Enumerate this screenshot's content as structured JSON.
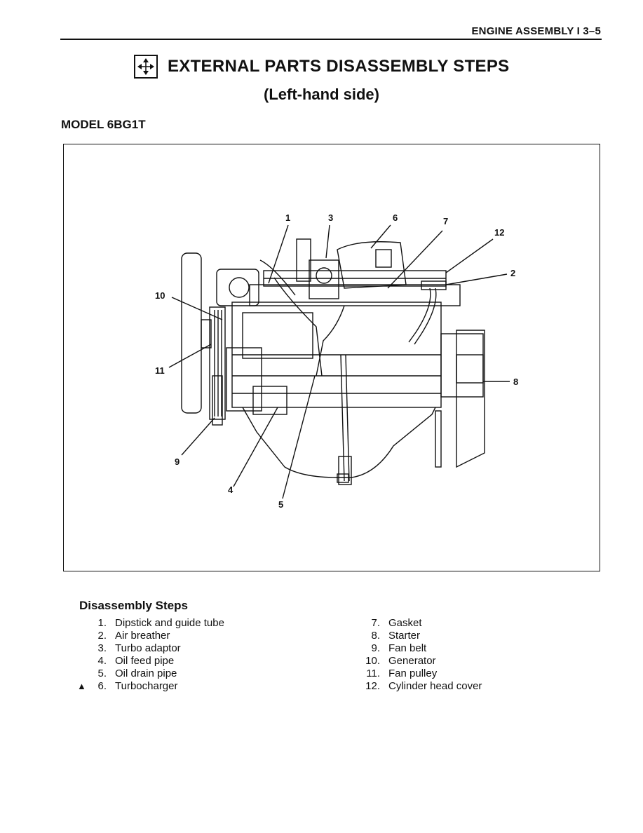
{
  "header": {
    "section": "ENGINE ASSEMBLY I 3–5"
  },
  "title": {
    "icon": "disassembly-arrows-icon",
    "main": "EXTERNAL PARTS DISASSEMBLY STEPS",
    "subtitle": "(Left-hand side)"
  },
  "model": "MODEL 6BG1T",
  "figure": {
    "callouts": [
      "1",
      "3",
      "6",
      "7",
      "12",
      "2",
      "10",
      "11",
      "8",
      "9",
      "4",
      "5"
    ]
  },
  "steps": {
    "heading": "Disassembly Steps",
    "items": [
      {
        "mark": "",
        "num": "1.",
        "label": "Dipstick and guide tube"
      },
      {
        "mark": "",
        "num": "2.",
        "label": "Air breather"
      },
      {
        "mark": "",
        "num": "3.",
        "label": "Turbo adaptor"
      },
      {
        "mark": "",
        "num": "4.",
        "label": "Oil feed pipe"
      },
      {
        "mark": "",
        "num": "5.",
        "label": "Oil drain pipe"
      },
      {
        "mark": "▲",
        "num": "6.",
        "label": "Turbocharger"
      },
      {
        "mark": "",
        "num": "7.",
        "label": "Gasket"
      },
      {
        "mark": "",
        "num": "8.",
        "label": "Starter"
      },
      {
        "mark": "",
        "num": "9.",
        "label": "Fan belt"
      },
      {
        "mark": "",
        "num": "10.",
        "label": "Generator"
      },
      {
        "mark": "",
        "num": "11.",
        "label": "Fan pulley"
      },
      {
        "mark": "",
        "num": "12.",
        "label": "Cylinder head cover"
      }
    ]
  }
}
